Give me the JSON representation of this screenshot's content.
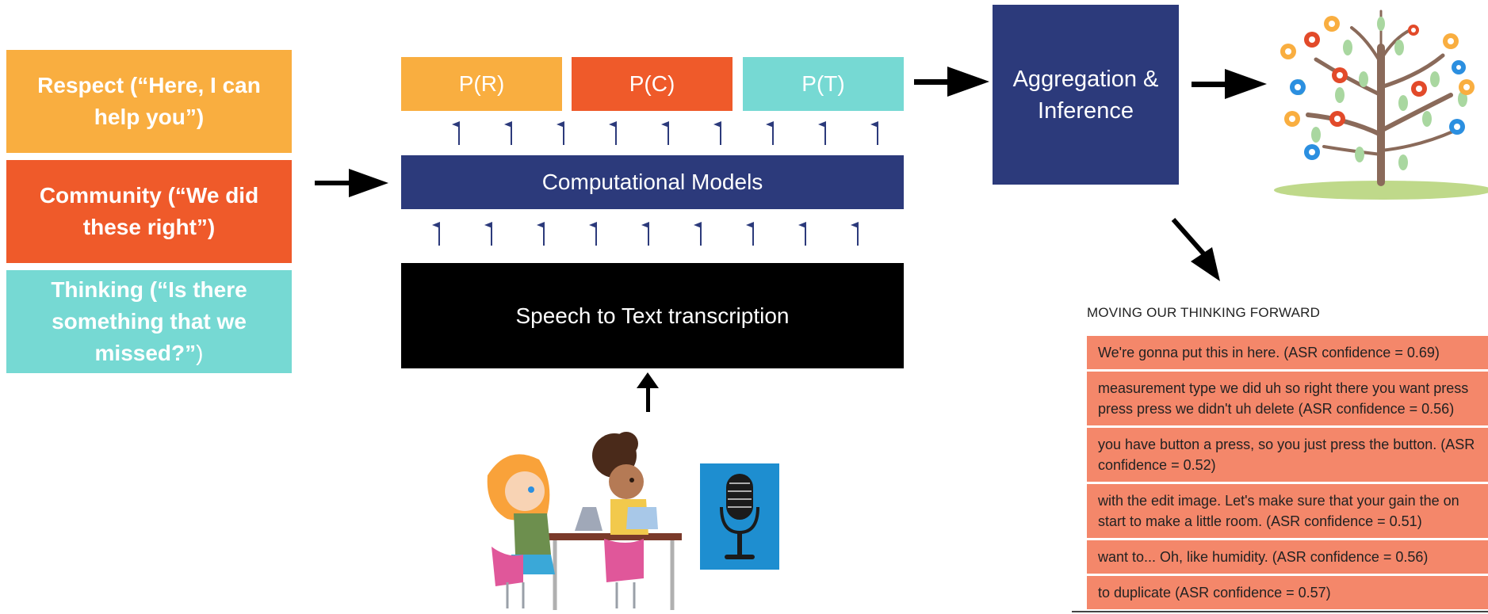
{
  "colors": {
    "respect": "#F9AE40",
    "community": "#EF5A2A",
    "thinking": "#76D9D3",
    "navy": "#2C3A7B",
    "transcript_bg": "#F4876A"
  },
  "norms": [
    {
      "label": "Respect (“Here, I can help you”)"
    },
    {
      "label": "Community (“We did these right”)"
    },
    {
      "label": "Thinking (“Is there something that we missed?”",
      "suffix": ")"
    }
  ],
  "probabilities": [
    "P(R)",
    "P(C)",
    "P(T)"
  ],
  "models": {
    "label": "Computational Models"
  },
  "speech": {
    "label": "Speech to Text transcription"
  },
  "aggregation": {
    "label": "Aggregation & Inference"
  },
  "images": {
    "tree": "tree-illustration",
    "students": "students-illustration",
    "microphone": "microphone-icon"
  },
  "panel": {
    "title": "MOVING OUR THINKING FORWARD",
    "items": [
      "We're gonna put this in here. (ASR confidence = 0.69)",
      "measurement type we did uh so right there you want press press press we didn't uh delete (ASR confidence = 0.56)",
      "you have button a press, so you just press the button. (ASR confidence = 0.52)",
      "with the edit image. Let's make sure that your gain the on start to make a little room. (ASR confidence = 0.51)",
      "want to... Oh, like humidity. (ASR confidence = 0.56)",
      "to duplicate (ASR confidence = 0.57)"
    ]
  }
}
